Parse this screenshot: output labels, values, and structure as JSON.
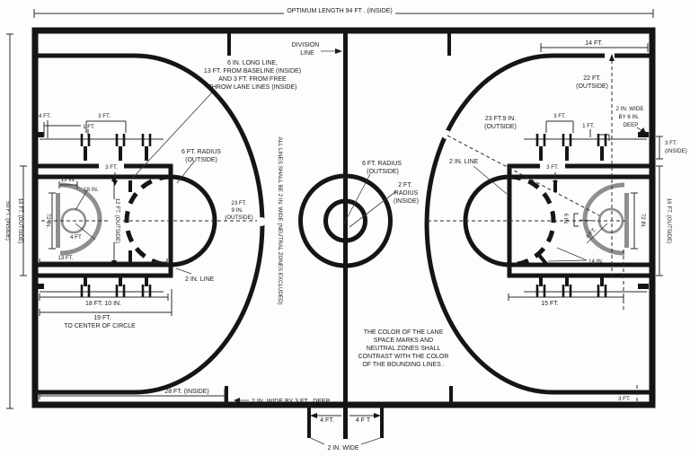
{
  "top": {
    "optimum_length": "OPTIMUM LENGTH 94 FT . (INSIDE)",
    "division_1": "DIVISION",
    "division_2": "LINE",
    "note_1": "6 IN.  LONG LINE,",
    "note_2": "13 FT. FROM BASELINE (INSIDE)",
    "note_3": "AND 3 FT. FROM FREE",
    "note_4": "THROW LANE LINES (INSIDE)",
    "fourteen_ft": "14 FT.",
    "twentytwo_1": "22 FT.",
    "twentytwo_2": "(OUTSIDE)",
    "notch_1": "2 IN.  WIDE",
    "notch_2": "BY 6 IN.",
    "notch_3": "DEEP",
    "three_ft_inside_1": "3 FT.",
    "three_ft_inside_2": "(INSIDE)"
  },
  "left": {
    "court_width": "50 FT. (INSIDE)",
    "lane_width": "16 FT. (OUTSIDE)",
    "backboard": "72 IN.",
    "lane_inner_width": "12 FT. (OUTSIDE)",
    "four_ft_marks": "4 FT.",
    "three_ft_marks": "3 FT.",
    "one_ft_marks": "1 FT.",
    "three_ft_lane": "3 FT.",
    "fifteen_in": "15 IN.",
    "eighteen_in": "18 IN.",
    "four_ft_arc": "4 FT",
    "thirteen_ft": "13 FT.",
    "ft_radius_1": "6 FT. RADIUS",
    "ft_radius_2": "(OUTSIDE)",
    "arc_1": "23 FT.",
    "arc_2": "9 IN.",
    "arc_3": "(OUTSIDE)",
    "two_in_line": "2 IN. LINE",
    "eighteen_ft_ten": "18 FT. 10 IN.",
    "nineteen_1": "19 FT.",
    "nineteen_2": "TO CENTER OF CIRCLE",
    "twentyeight_ft": "28 FT. (INSIDE)"
  },
  "center": {
    "all_lines_note": "ALL LINES SHALL BE 2 IN.        WIDE (NEUTRAL ZONES EXCLUDED)",
    "six_ft_1": "6 FT. RADIUS",
    "six_ft_2": "(OUTSIDE)",
    "two_ft_1": "2 FT.",
    "two_ft_2": "RADIUS",
    "two_ft_3": "(INSIDE)"
  },
  "right": {
    "arc_1": "23 FT.9 IN.",
    "arc_2": "(OUTSIDE)",
    "two_in_line": "2 IN. LINE",
    "three_ft_marks": "3 FT.",
    "one_ft_marks": "1 FT.",
    "three_ft_lane": "3 FT.",
    "six_in": "6 IN.",
    "four_ft_arc": "4 FT.",
    "fourteen_in": "14 IN.",
    "fifteen_ft": "15 FT.",
    "backboard": "72 IN.",
    "lane_width": "16 FT. (OUTSIDE)",
    "three_ft_corner": "3 FT."
  },
  "bottom": {
    "marker_note": "2 IN.  WIDE BY 3 FT . DEEP",
    "four_ft_left": "4 FT.",
    "four_ft_right": "4 F T",
    "two_in_wide": "2 IN. WIDE",
    "color_1": "THE COLOR OF  THE LANE",
    "color_2": "SPACE MARKS AND",
    "color_3": "NEUTRAL ZONES SHALL",
    "color_4": "CONTRAST WITH  THE  COLOR",
    "color_5": "OF THE BOUNDING LINES  ."
  }
}
